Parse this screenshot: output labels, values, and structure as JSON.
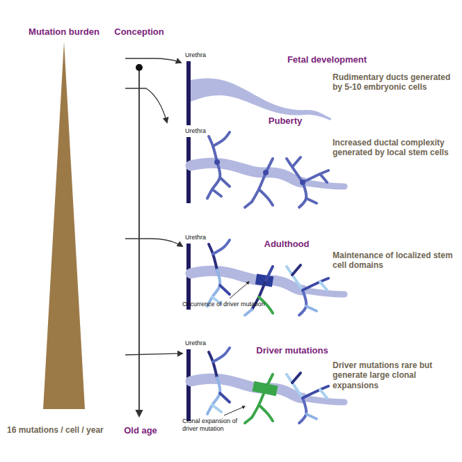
{
  "diagram": {
    "labels": [
      "Mutation burden",
      "Conception",
      "Urethra",
      "Fetal development",
      "Rudimentary ducts generated by 5-10 embryonic cells",
      "Urethra",
      "Puberty",
      "Increased ductal complexity generated by local stem cells",
      "Urethra",
      "Adulthood",
      "Maintenance of localized stem cell domains",
      "Occurrence of driver mutation",
      "Urethra",
      "Driver mutations",
      "Driver mutations rare but generate large clonal expansions",
      "Clonal expansion of driver mutation",
      "16 mutations / cell / year",
      "Old age"
    ]
  }
}
